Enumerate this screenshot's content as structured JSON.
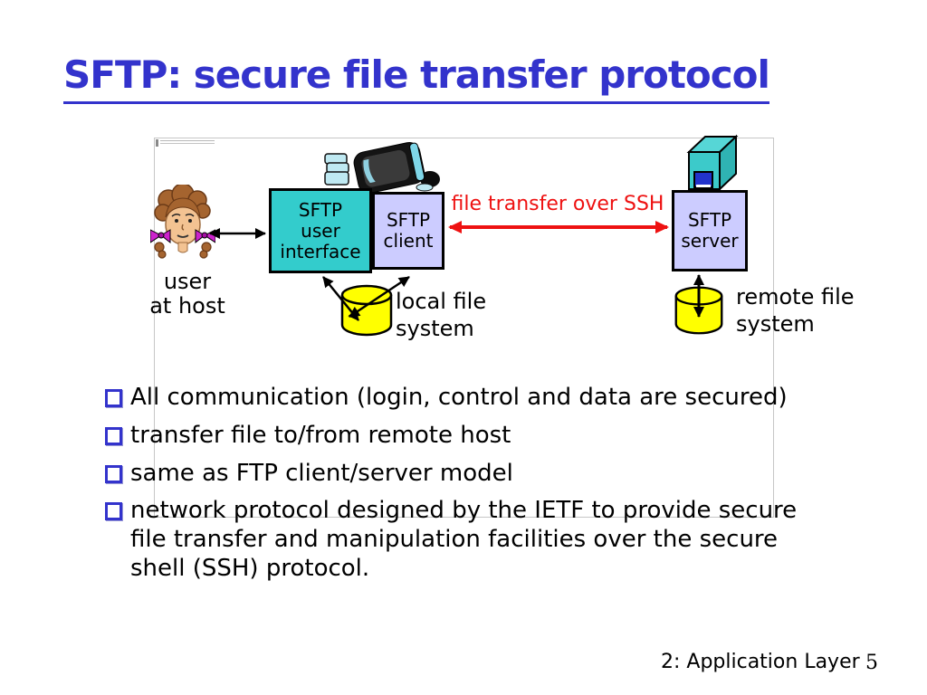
{
  "slide": {
    "title": "SFTP: secure file transfer protocol",
    "footer": {
      "section": "2: Application Layer",
      "page_number": "5"
    }
  },
  "diagram": {
    "user_label": "user\nat host",
    "ui_box_label": "SFTP\nuser\ninterface",
    "client_box_label": "SFTP\nclient",
    "server_box_label": "SFTP\nserver",
    "ssh_arrow_label": "file transfer over SSH",
    "local_fs_label": "local file\nsystem",
    "remote_fs_label": "remote file\nsystem"
  },
  "bullets": [
    "All communication (login, control and data are secured)",
    "transfer file to/from remote host",
    "same as FTP client/server model",
    "network protocol designed by the IETF to provide secure\nfile transfer and manipulation facilities over the secure\nshell (SSH) protocol."
  ],
  "colors": {
    "title_blue": "#3333cc",
    "bullet_blue": "#3333cc",
    "teal_box": "#33cccc",
    "lavender_box": "#ccccff",
    "cylinder_yellow": "#ffff00",
    "ssh_red": "#ee1111"
  }
}
